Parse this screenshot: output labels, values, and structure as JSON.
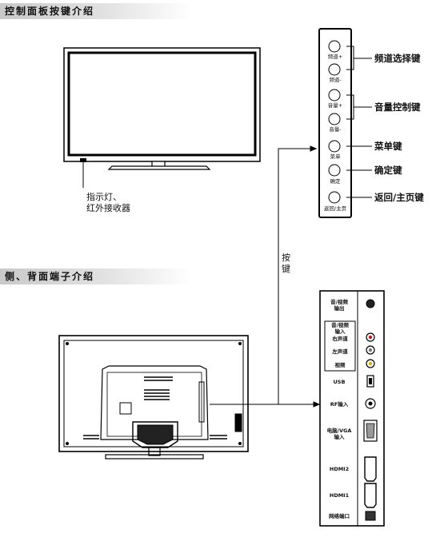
{
  "section1": {
    "title": "控制面板按键介绍"
  },
  "section2": {
    "title": "侧、背面端子介绍"
  },
  "indicator_label": {
    "line1": "指示灯、",
    "line2": "红外接收器"
  },
  "keys_vertical_label": {
    "line1": "按",
    "line2": "键"
  },
  "control_panel": {
    "buttons": [
      {
        "label": "频道+"
      },
      {
        "label": "频道-"
      },
      {
        "label": "音量+"
      },
      {
        "label": "音量-"
      },
      {
        "label": "菜单"
      },
      {
        "label": "确定"
      },
      {
        "label": "返回/主页"
      }
    ],
    "callouts": {
      "channel": "频道选择键",
      "volume": "音量控制键",
      "menu": "菜单键",
      "ok": "确定键",
      "back": "返回/主页键"
    }
  },
  "port_panel": {
    "av_out": "音/视频\n输出",
    "av_in": "音/视频\n输入",
    "right": "右声道",
    "left": "左声道",
    "video": "视频",
    "usb": "USB",
    "rf": "RF输入",
    "vga": "电脑/VGA\n输入",
    "hdmi2": "HDMI2",
    "hdmi1": "HDMI1",
    "lan": "网络端口"
  }
}
